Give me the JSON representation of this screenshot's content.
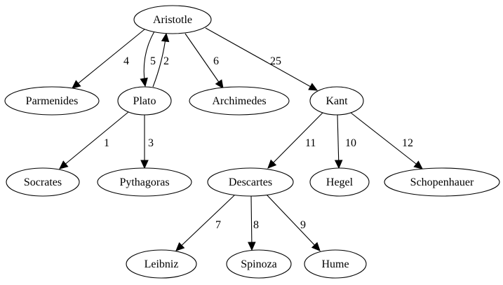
{
  "graph": {
    "nodes": [
      {
        "id": "aristotle",
        "label": "Aristotle"
      },
      {
        "id": "parmenides",
        "label": "Parmenides"
      },
      {
        "id": "plato",
        "label": "Plato"
      },
      {
        "id": "archimedes",
        "label": "Archimedes"
      },
      {
        "id": "kant",
        "label": "Kant"
      },
      {
        "id": "socrates",
        "label": "Socrates"
      },
      {
        "id": "pythagoras",
        "label": "Pythagoras"
      },
      {
        "id": "descartes",
        "label": "Descartes"
      },
      {
        "id": "hegel",
        "label": "Hegel"
      },
      {
        "id": "schopenhauer",
        "label": "Schopenhauer"
      },
      {
        "id": "leibniz",
        "label": "Leibniz"
      },
      {
        "id": "spinoza",
        "label": "Spinoza"
      },
      {
        "id": "hume",
        "label": "Hume"
      }
    ],
    "edges": [
      {
        "from": "aristotle",
        "to": "parmenides",
        "label": "4"
      },
      {
        "from": "aristotle",
        "to": "plato",
        "label": "5"
      },
      {
        "from": "plato",
        "to": "aristotle",
        "label": "2"
      },
      {
        "from": "aristotle",
        "to": "archimedes",
        "label": "6"
      },
      {
        "from": "aristotle",
        "to": "kant",
        "label": "25"
      },
      {
        "from": "plato",
        "to": "socrates",
        "label": "1"
      },
      {
        "from": "plato",
        "to": "pythagoras",
        "label": "3"
      },
      {
        "from": "kant",
        "to": "descartes",
        "label": "11"
      },
      {
        "from": "kant",
        "to": "hegel",
        "label": "10"
      },
      {
        "from": "kant",
        "to": "schopenhauer",
        "label": "12"
      },
      {
        "from": "descartes",
        "to": "leibniz",
        "label": "7"
      },
      {
        "from": "descartes",
        "to": "spinoza",
        "label": "8"
      },
      {
        "from": "descartes",
        "to": "hume",
        "label": "9"
      }
    ]
  }
}
